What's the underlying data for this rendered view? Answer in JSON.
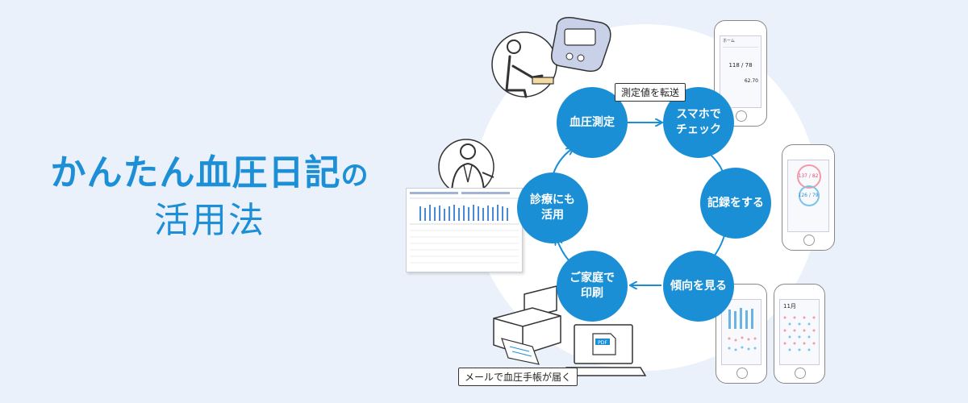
{
  "title": {
    "line1_main": "かんたん血圧日記",
    "line1_suffix": "の",
    "line2": "活用法"
  },
  "cycle": {
    "transfer_label": "測定値を転送",
    "mail_label": "メールで血圧手帳が届く",
    "nodes": [
      {
        "id": "measure",
        "label": "血圧測定"
      },
      {
        "id": "check",
        "label": "スマホで\nチェック"
      },
      {
        "id": "record",
        "label": "記録をする"
      },
      {
        "id": "trend",
        "label": "傾向を見る"
      },
      {
        "id": "print",
        "label": "ご家庭で\n印刷"
      },
      {
        "id": "clinic",
        "label": "診療にも\n活用"
      }
    ]
  },
  "phones": {
    "home_title": "ホーム",
    "home_reading": "118 / 78",
    "home_weight": "62.70",
    "record_top": "137 / 82",
    "record_bottom": "126 / 79",
    "calendar_month": "11月"
  },
  "laptop": {
    "file_tag": "PDF"
  }
}
